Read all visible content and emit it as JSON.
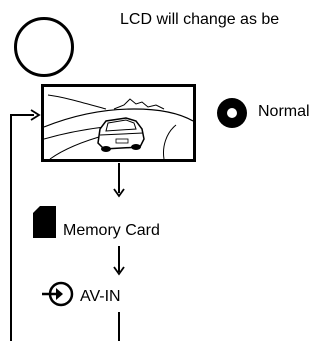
{
  "header": {
    "instruction_text": "LCD will change as be"
  },
  "modes": {
    "normal": {
      "label": "Normal",
      "icon": "normal-mode-disc-icon"
    },
    "memory_card": {
      "label": "Memory Card",
      "icon": "memory-card-icon"
    },
    "av_in": {
      "label": "AV-IN",
      "icon": "av-in-input-icon"
    }
  },
  "icons": {
    "dial": "mode-dial-icon",
    "lcd_image": "car-on-road-picture"
  }
}
